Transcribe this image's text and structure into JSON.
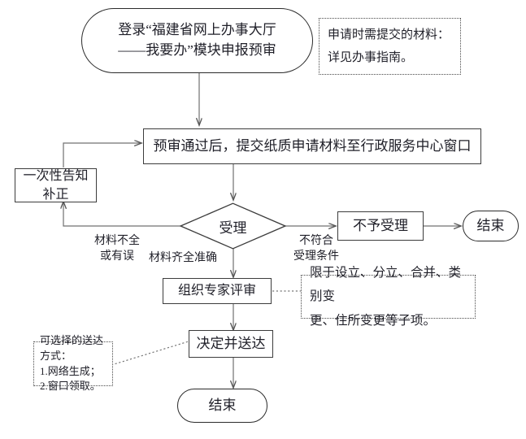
{
  "diagram": {
    "title": "福建省网上办事大厅申报预审流程图",
    "colors": {
      "background": "#ffffff",
      "stroke": "#3c3c3c",
      "text": "#1f1f28",
      "note_border": "#4a4a4a"
    },
    "nodes": {
      "start": {
        "shape": "terminator",
        "label": "登录“福建省网上办事大厅\n——我要办”模块申报预审"
      },
      "submit_paper": {
        "shape": "process",
        "label": "预审通过后，提交纸质申请材料至行政服务中心窗口"
      },
      "one_time_notice": {
        "shape": "process",
        "label": "一次性告知\n补正"
      },
      "accept_decision": {
        "shape": "decision",
        "label": "受理"
      },
      "not_accepted": {
        "shape": "process",
        "label": "不予受理"
      },
      "end_right": {
        "shape": "terminator",
        "label": "结束"
      },
      "expert_review": {
        "shape": "process",
        "label": "组织专家评审"
      },
      "decide_deliver": {
        "shape": "process",
        "label": "决定并送达"
      },
      "end_bottom": {
        "shape": "terminator",
        "label": "结束"
      }
    },
    "notes": {
      "materials_note": {
        "label": "申请时需提交的材料：\n详见办事指南。",
        "border_style": "dotted"
      },
      "expert_scope_note": {
        "label": "限于设立、分立、合并、类别变\n更、住所变更等子项。",
        "border_style": "dotted"
      },
      "delivery_note": {
        "label": "可选择的送达方式：\n1.网络生成；\n2.窗口领取。",
        "border_style": "dotted"
      }
    },
    "edge_labels": {
      "incomplete": "材料不全\n或有误",
      "complete": "材料齐全准确",
      "not_qualified": "不符合\n受理条件"
    }
  }
}
